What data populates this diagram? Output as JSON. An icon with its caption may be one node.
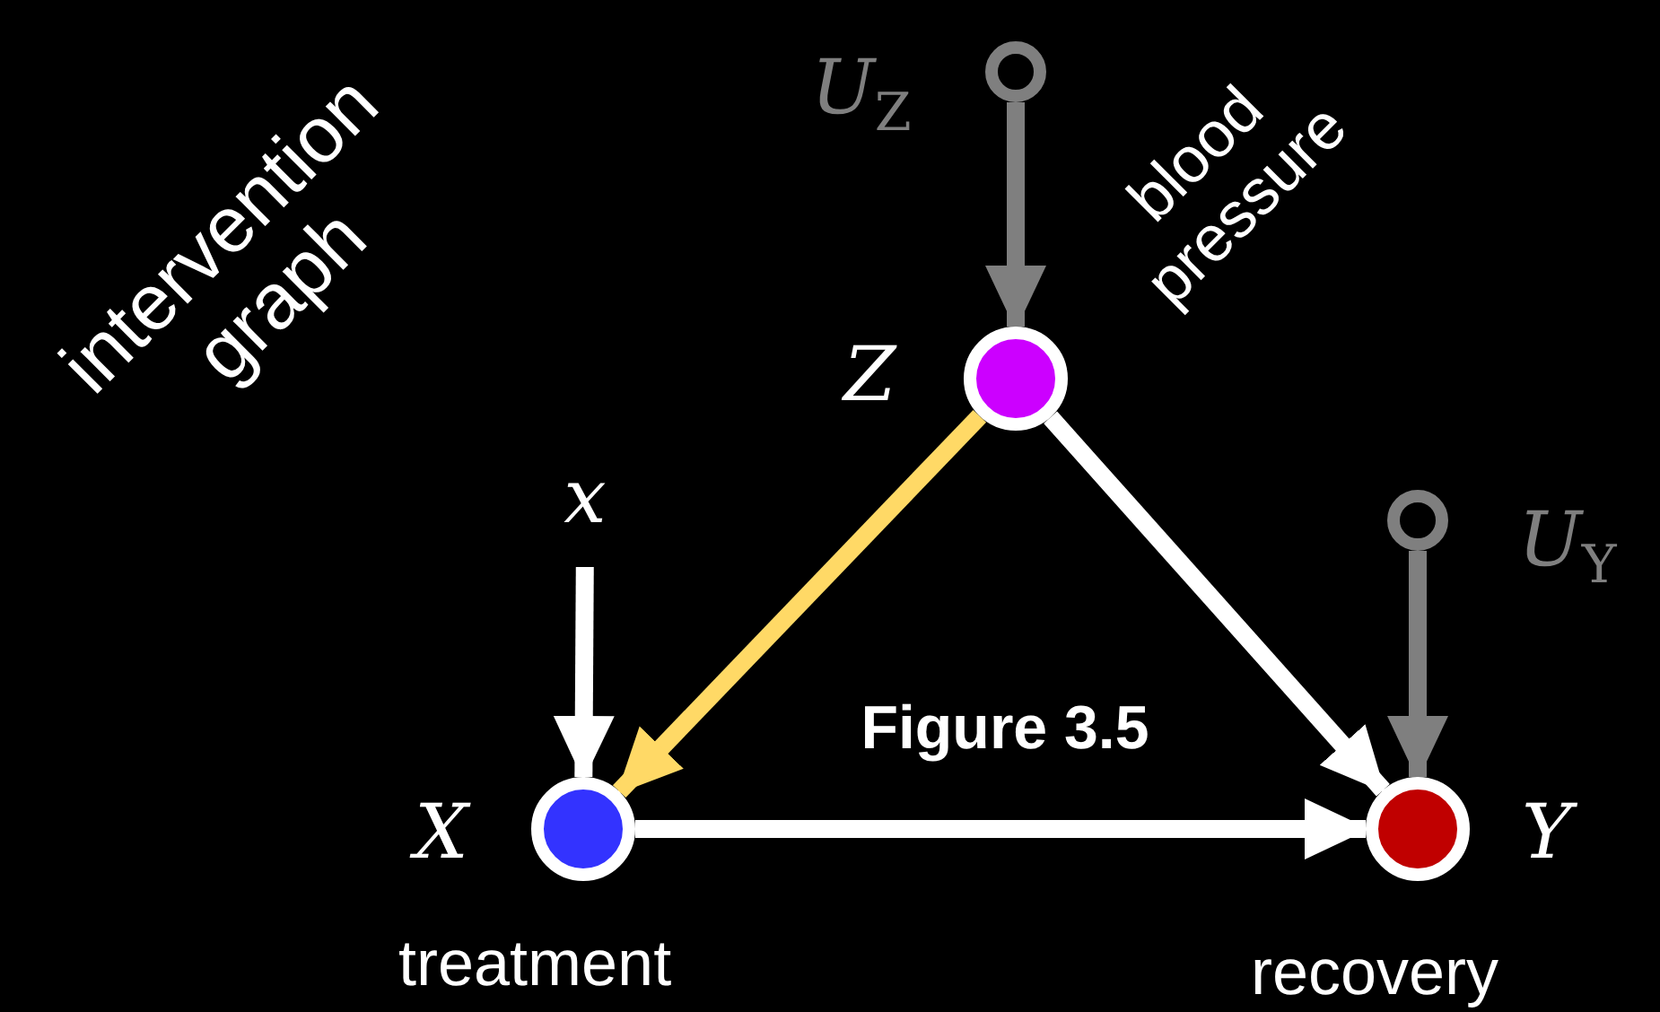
{
  "diagram": {
    "nodes": [
      {
        "text": [],
        "shape": "circle",
        "beside": [
          "U$_{Z}$"
        ]
      },
      {
        "text": [],
        "shape": "circle",
        "beside": [
          "Z",
          "blood pressure"
        ]
      },
      {
        "text": [],
        "shape": "circle",
        "beside": [
          "X",
          "treatment"
        ]
      },
      {
        "text": [],
        "shape": "circle",
        "beside": [
          "Y",
          "recovery"
        ]
      },
      {
        "text": [],
        "shape": "circle",
        "beside": [
          "U$_{Y}$"
        ]
      },
      {
        "text": [
          "x"
        ]
      }
    ],
    "edges": [
      {
        "from": 0,
        "to": 1,
        "arrow": "to",
        "color": "#7f7f7f"
      },
      {
        "from": 1,
        "to": 2,
        "arrow": "to",
        "color": "#ffd966"
      },
      {
        "from": 1,
        "to": 3,
        "arrow": "to"
      },
      {
        "from": 2,
        "to": 3,
        "arrow": "to"
      },
      {
        "from": 4,
        "to": 3,
        "arrow": "to",
        "color": "#7f7f7f"
      },
      {
        "from": 5,
        "to": 2,
        "arrow": "to"
      }
    ],
    "labels": [
      "intervention graph",
      "Figure 3.5"
    ]
  }
}
